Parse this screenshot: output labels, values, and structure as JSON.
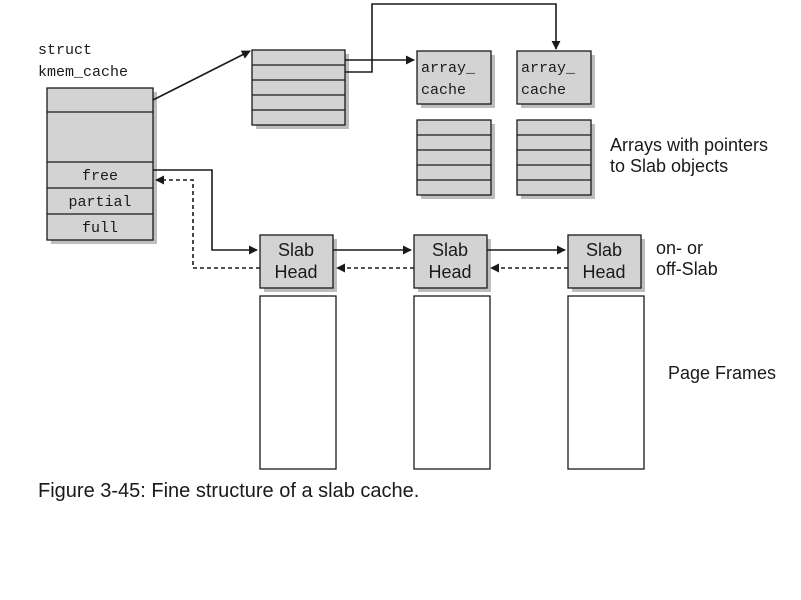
{
  "struct_label": {
    "line1": "struct",
    "line2": "kmem_cache"
  },
  "kmem_cache_fields": [
    "free",
    "partial",
    "full"
  ],
  "array_caches": [
    {
      "line1": "array_",
      "line2": "cache"
    },
    {
      "line1": "array_",
      "line2": "cache"
    }
  ],
  "arrays_label": {
    "line1": "Arrays with pointers",
    "line2": "to Slab objects"
  },
  "slabs": [
    {
      "line1": "Slab",
      "line2": "Head"
    },
    {
      "line1": "Slab",
      "line2": "Head"
    },
    {
      "line1": "Slab",
      "line2": "Head"
    }
  ],
  "slab_note": {
    "line1": "on- or",
    "line2": "off-Slab"
  },
  "page_frames_label": "Page Frames",
  "caption": "Figure 3-45: Fine structure of a slab cache.",
  "colors": {
    "box_fill": "#d3d3d3",
    "shadow": "#bdbdbd",
    "stroke": "#1a1a1a",
    "background": "#ffffff"
  }
}
